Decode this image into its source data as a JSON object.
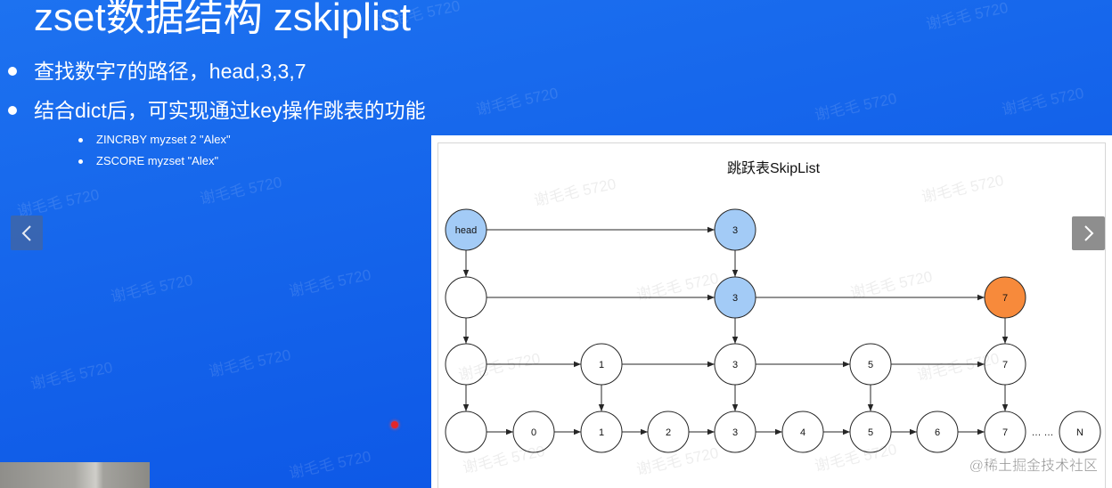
{
  "slide": {
    "title": "zset数据结构 zskiplist",
    "bullets": [
      {
        "text": "查找数字7的路径，head,3,3,7"
      },
      {
        "text": "结合dict后，可实现通过key操作跳表的功能",
        "sub": [
          "ZINCRBY myzset 2 \"Alex\"",
          "ZSCORE myzset \"Alex\""
        ]
      }
    ]
  },
  "diagram": {
    "title": "跳跃表SkipList",
    "levels": [
      [
        {
          "label": "head",
          "fill": "#a3cbf6"
        },
        {
          "label": "3",
          "fill": "#a3cbf6"
        }
      ],
      [
        {
          "label": ""
        },
        {
          "label": "3",
          "fill": "#a3cbf6"
        },
        {
          "label": "7",
          "fill": "#f78a3b"
        }
      ],
      [
        {
          "label": ""
        },
        {
          "label": "1"
        },
        {
          "label": "3"
        },
        {
          "label": "5"
        },
        {
          "label": "7"
        }
      ],
      [
        {
          "label": ""
        },
        {
          "label": "0"
        },
        {
          "label": "1"
        },
        {
          "label": "2"
        },
        {
          "label": "3"
        },
        {
          "label": "4"
        },
        {
          "label": "5"
        },
        {
          "label": "6"
        },
        {
          "label": "7"
        },
        {
          "label": "… …",
          "circle": false
        },
        {
          "label": "N"
        }
      ]
    ]
  },
  "nav": {
    "prev": {
      "icon": "chevron-left-icon"
    },
    "next": {
      "icon": "chevron-right-icon"
    }
  },
  "watermarks": {
    "author": "谢毛毛 5720",
    "site": "@稀土掘金技术社区"
  },
  "colors": {
    "background_top": "#1d72f0",
    "background_bottom": "#0a52e4",
    "node_fill": "#ffffff",
    "node_stroke": "#262626",
    "pointer": "#262626"
  }
}
